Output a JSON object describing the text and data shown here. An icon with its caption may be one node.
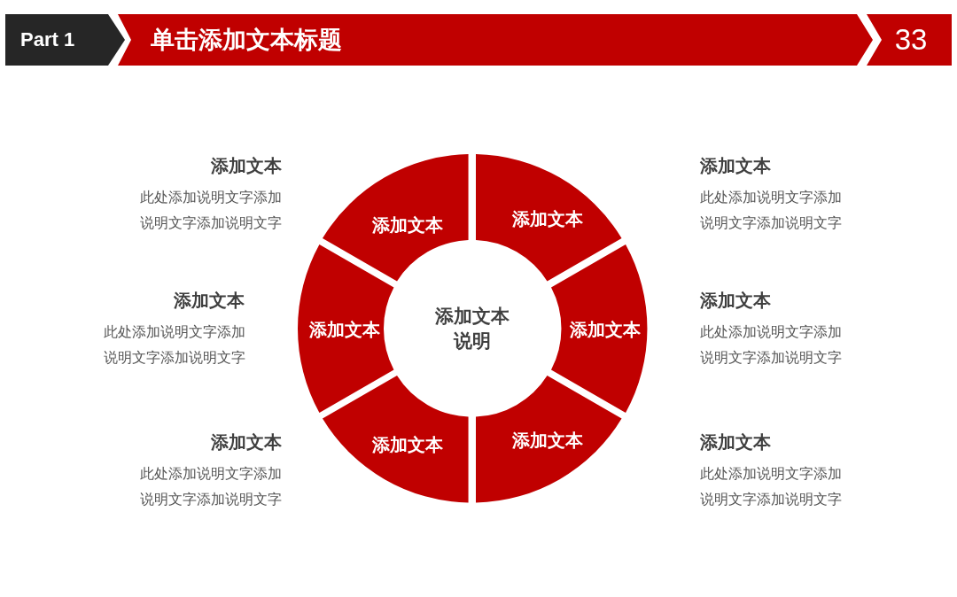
{
  "diagram": {
    "title": "单击添加文本标题",
    "nodes": [
      {
        "text": [
          "添加文本"
        ]
      },
      {
        "text": [
          "添加文本"
        ]
      },
      {
        "text": [
          "添加文本"
        ]
      },
      {
        "text": [
          "添加文本说明"
        ]
      },
      {
        "text": [
          "添加文本"
        ]
      },
      {
        "text": [
          "添加文本"
        ]
      },
      {
        "text": [
          "添加文本"
        ]
      }
    ],
    "labels": [
      "Part 1",
      "33",
      "添加文本",
      "此处添加说明文字添加说明文字添加说明文字",
      "添加文本",
      "此处添加说明文字添加说明文字添加说明文字",
      "添加文本",
      "此处添加说明文字添加说明文字添加说明文字",
      "添加文本",
      "此处添加说明文字添加说明文字添加说明文字",
      "添加文本",
      "此处添加说明文字添加说明文字添加说明文字",
      "添加文本",
      "此处添加说明文字添加说明文字添加说明文字"
    ]
  }
}
